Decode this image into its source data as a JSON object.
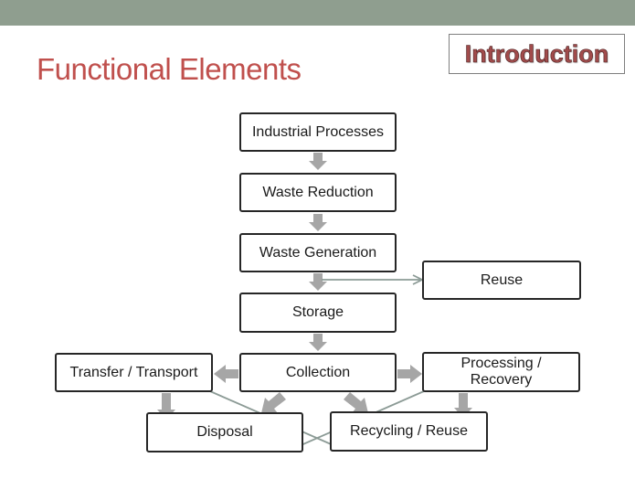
{
  "slide": {
    "title": "Functional Elements",
    "badge": "Introduction"
  },
  "nodes": {
    "industrial_processes": "Industrial Processes",
    "waste_reduction": "Waste Reduction",
    "waste_generation": "Waste Generation",
    "reuse": "Reuse",
    "storage": "Storage",
    "collection": "Collection",
    "transfer_transport": "Transfer / Transport",
    "processing_recovery": "Processing / Recovery",
    "disposal": "Disposal",
    "recycling_reuse": "Recycling / Reuse"
  },
  "colors": {
    "title": "#c0504d",
    "header_bar": "#8f9e8f",
    "block_arrow": "#a6a6a6",
    "connector": "#8c9b96",
    "box_border": "#262626"
  }
}
